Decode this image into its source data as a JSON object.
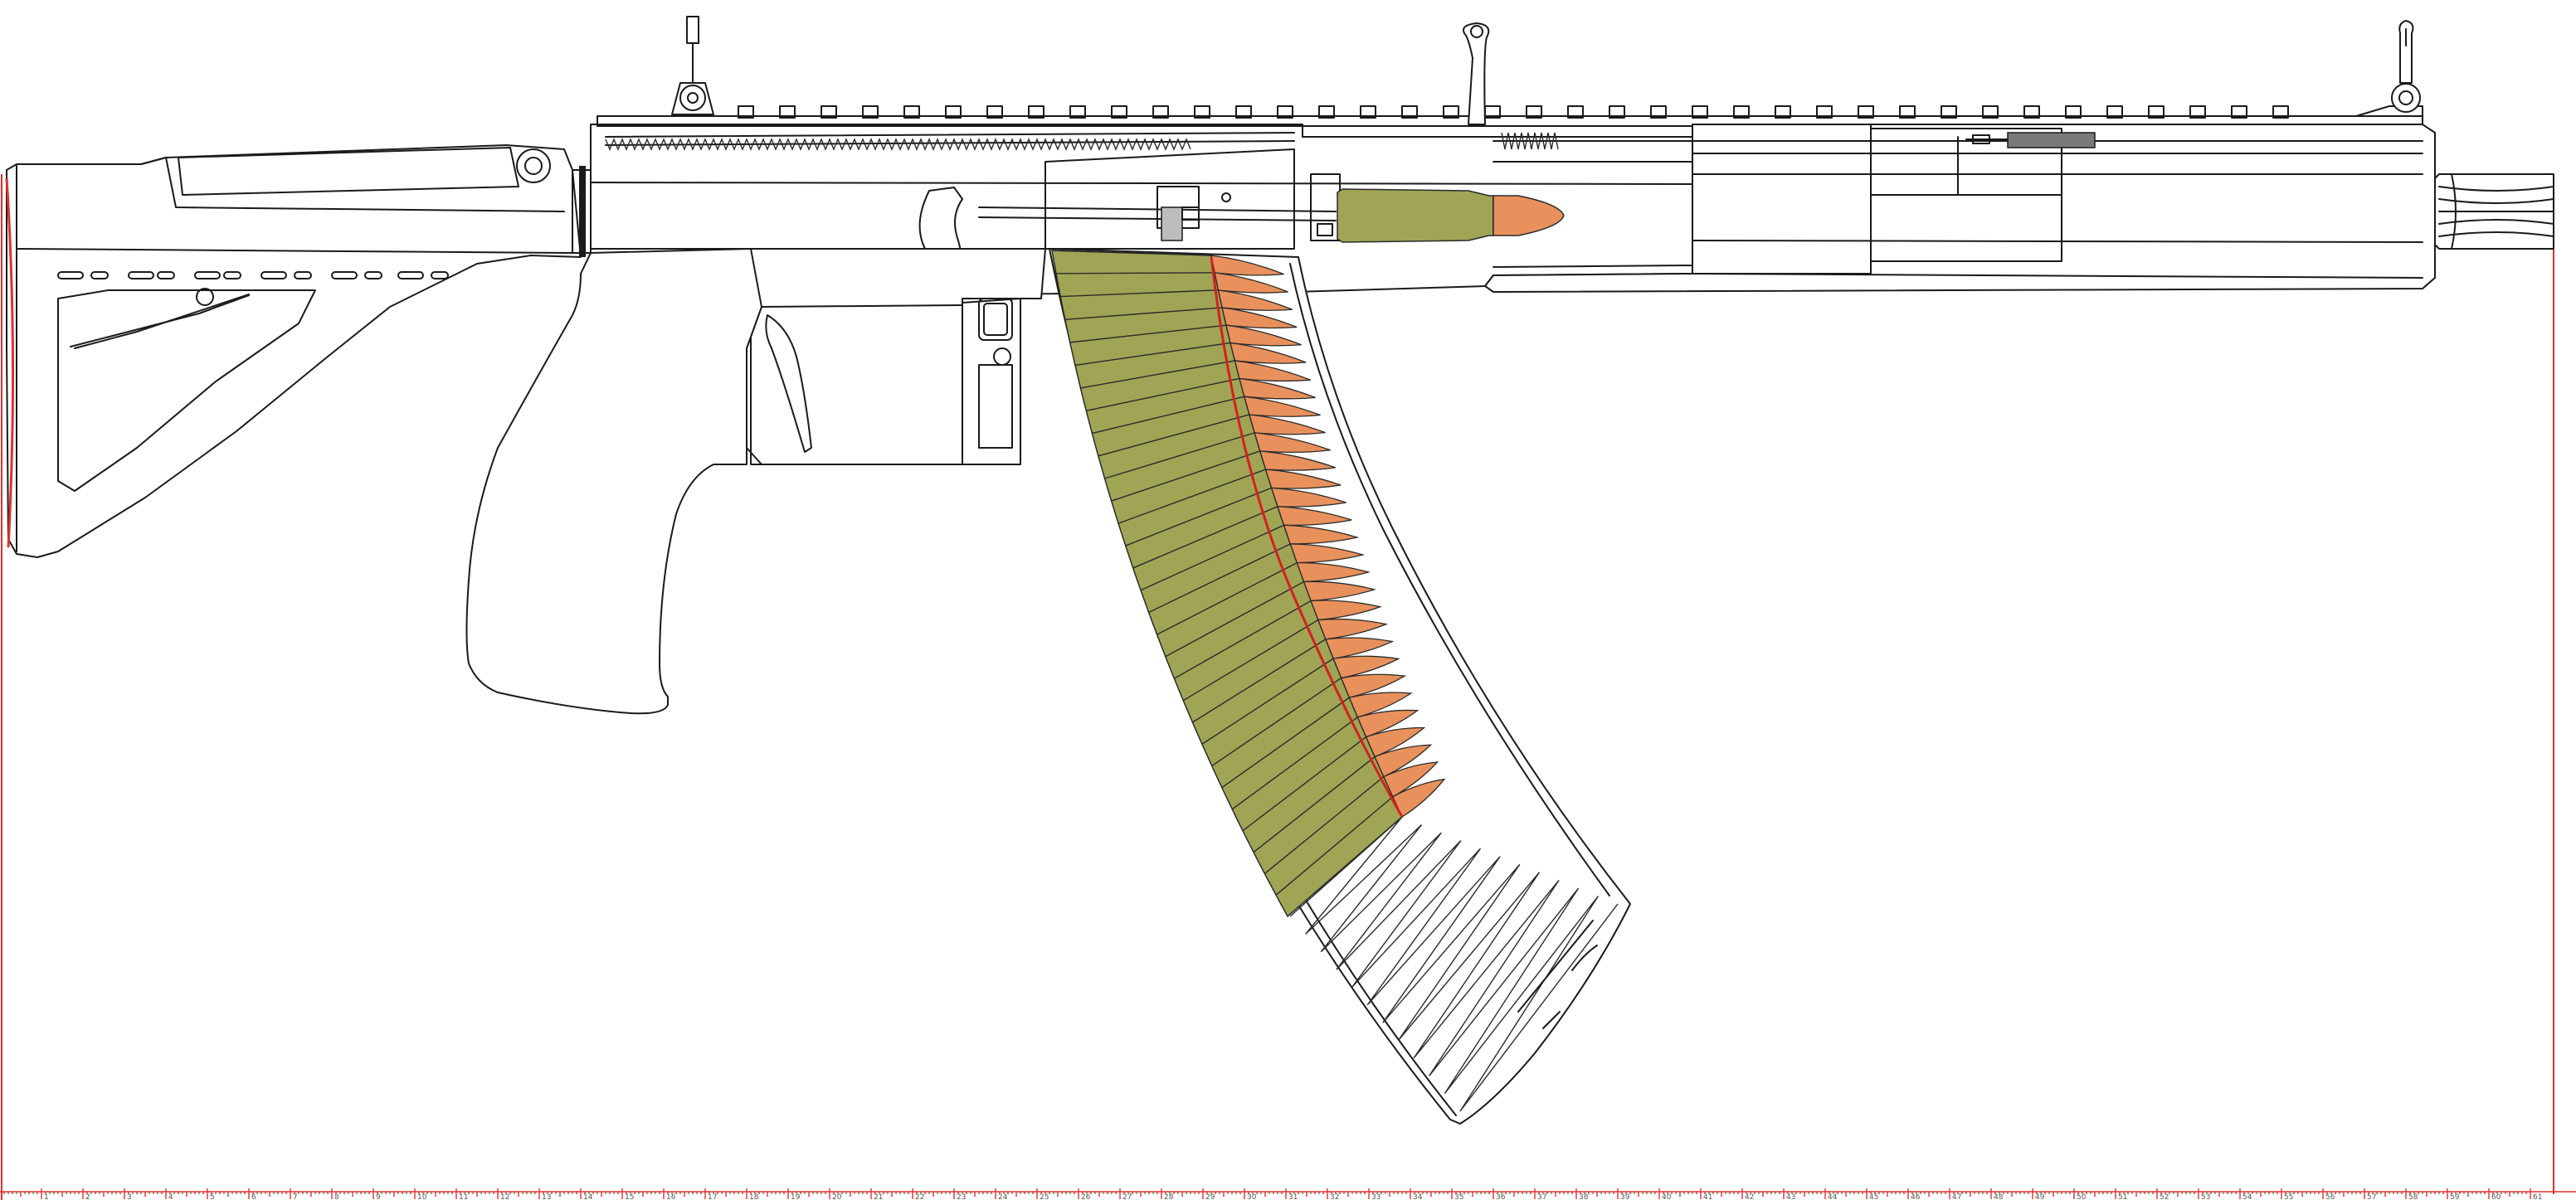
{
  "drawing": {
    "colors": {
      "outline": "#1a1a1a",
      "cartridge_case": "#a0a555",
      "projectile": "#e8915c",
      "magazine_follower_line": "#d42020",
      "ruler_red": "#e03030",
      "ruler_green": "#3a7a3a",
      "optics_dark": "#7a7a7a"
    },
    "magazine_rounds_visible": 30,
    "chambered_rounds": 1,
    "ruler": {
      "labels": [
        "1",
        "2",
        "3",
        "4",
        "5",
        "6",
        "7",
        "8",
        "9",
        "10",
        "11",
        "12",
        "13",
        "14",
        "15",
        "16",
        "17",
        "18",
        "19",
        "20",
        "21",
        "22",
        "23",
        "24",
        "25",
        "26",
        "27",
        "28",
        "29",
        "30",
        "31",
        "32",
        "33",
        "34",
        "35",
        "36",
        "37",
        "38",
        "39",
        "40",
        "41",
        "42",
        "43",
        "44",
        "45",
        "46",
        "47",
        "48",
        "49",
        "50",
        "51",
        "52",
        "53",
        "54",
        "55",
        "56",
        "57",
        "58",
        "59",
        "60",
        "61"
      ]
    }
  }
}
